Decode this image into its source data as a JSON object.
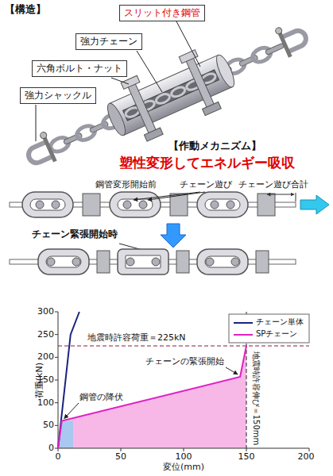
{
  "diagram": {
    "nodes": [
      {
        "text": [
          "スリット付き鋼管"
        ]
      },
      {
        "text": [
          "強力チェーン"
        ]
      },
      {
        "text": [
          "六角ボルト・ナット"
        ]
      },
      {
        "text": [
          "強力シャックル"
        ]
      }
    ],
    "labels": [
      "【構造】",
      "【作動メカニズム】",
      "塑性変形してエネルギー吸収",
      "鋼管変形開始前",
      "チェーン遊び",
      "チェーン遊び合計",
      "チェーン緊張開始時",
      "荷重(kN)",
      "変位(mm)",
      "0",
      "50",
      "100",
      "150",
      "200",
      "250",
      "300",
      "0",
      "50",
      "100",
      "150",
      "200",
      "地震時許容荷重＝225kN",
      "チェーンの緊張開始",
      "鋼管の降伏",
      "地震時許容伸び＝150mm"
    ],
    "legend": [
      {
        "text": "チェーン単体"
      },
      {
        "text": "SPチェーン"
      }
    ]
  }
}
